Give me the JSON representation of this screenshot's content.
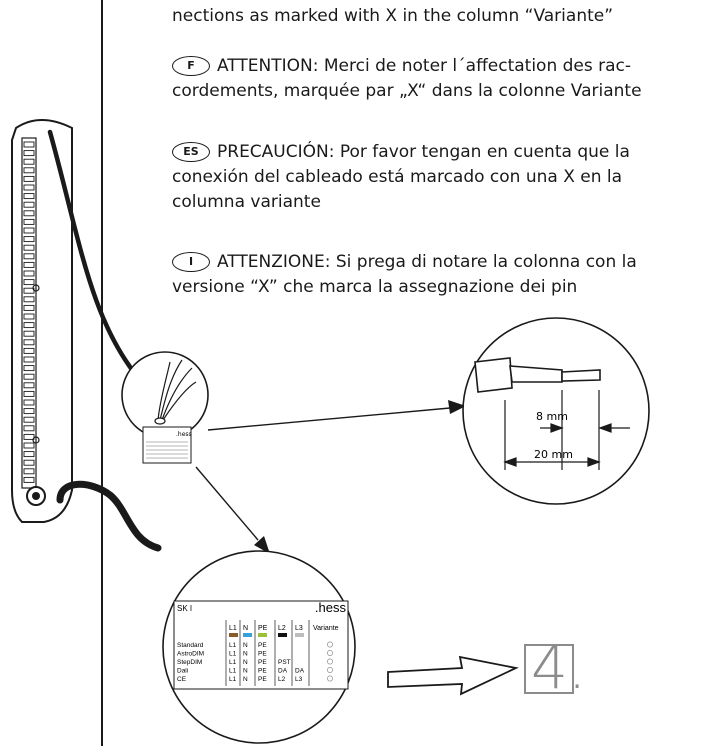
{
  "instructions": {
    "en_tail": "nections as marked with X in the column “Variante”",
    "fr": {
      "badge": "F",
      "line1": "ATTENTION: Merci de noter l´affectation des rac-",
      "line2": "cordements, marquée par „X“ dans la colonne Variante"
    },
    "es": {
      "badge": "ES",
      "line1": "PRECAUCIÓN: Por favor tengan en cuenta que la",
      "line2": "conexión del cableado está marcado con una X en la",
      "line3": "columna variante"
    },
    "it": {
      "badge": "I",
      "line1": "ATTENZIONE: Si prega di notare la colonna con la",
      "line2": "versione “X” che marca la assegnazione dei pin"
    }
  },
  "strip_detail": {
    "dim_inner": "8 mm",
    "dim_outer": "20 mm"
  },
  "label": {
    "model": "SK I",
    "brand": ".hess",
    "headers": [
      "L1",
      "N",
      "PE",
      "L2",
      "L3",
      "Variante"
    ],
    "header_colors": [
      "#8b5a2b",
      "#3aa0d8",
      "#9bc13a",
      "#111111",
      "#bdbdbd"
    ],
    "rows": [
      {
        "name": "Standard",
        "cells": [
          "L1",
          "N",
          "PE",
          "",
          ""
        ]
      },
      {
        "name": "AstroDIM",
        "cells": [
          "L1",
          "N",
          "PE",
          "",
          ""
        ]
      },
      {
        "name": "StepDIM",
        "cells": [
          "L1",
          "N",
          "PE",
          "PST",
          ""
        ]
      },
      {
        "name": "Dali",
        "cells": [
          "L1",
          "N",
          "PE",
          "DA",
          "DA"
        ]
      },
      {
        "name": "CE",
        "cells": [
          "L1",
          "N",
          "PE",
          "L2",
          "L3"
        ]
      }
    ]
  },
  "next_step": "4."
}
